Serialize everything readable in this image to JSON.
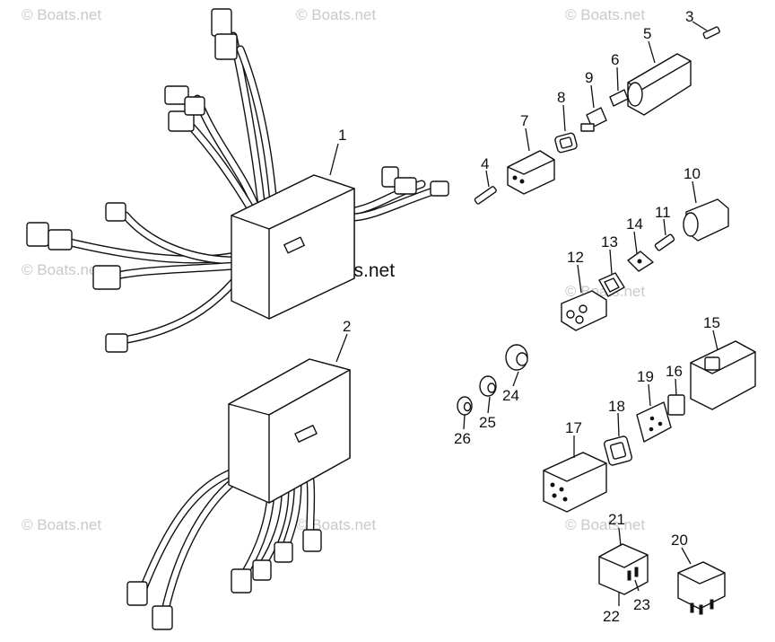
{
  "watermarks": {
    "small": "© Boats.net",
    "main": "© Boats.net"
  },
  "part_labels": [
    "1",
    "2",
    "3",
    "4",
    "5",
    "6",
    "7",
    "8",
    "9",
    "10",
    "11",
    "12",
    "13",
    "14",
    "15",
    "16",
    "17",
    "18",
    "19",
    "20",
    "21",
    "22",
    "23",
    "24",
    "25",
    "26"
  ]
}
